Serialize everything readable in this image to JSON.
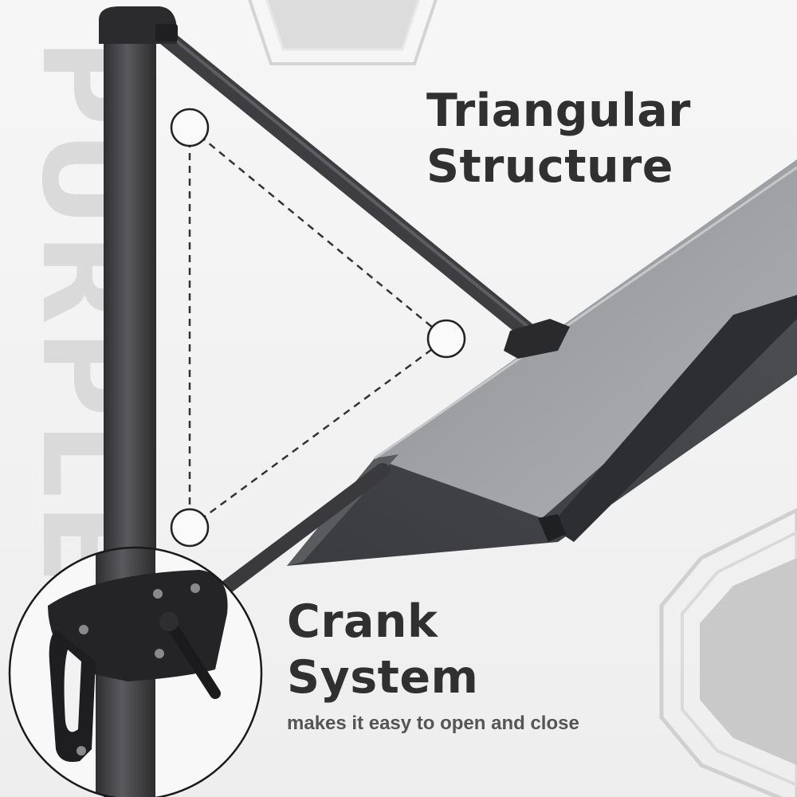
{
  "watermark": "PURPLE",
  "feature_1": {
    "line1": "Triangular",
    "line2": "Structure"
  },
  "feature_2": {
    "line1": "Crank",
    "line2": "System",
    "caption": "makes it easy to open and close"
  },
  "colors": {
    "background": "#f1f1f1",
    "pole": "#3f3f41",
    "canopy_light": "#9fa1a4",
    "canopy_dark": "#424346",
    "text": "#303030"
  }
}
